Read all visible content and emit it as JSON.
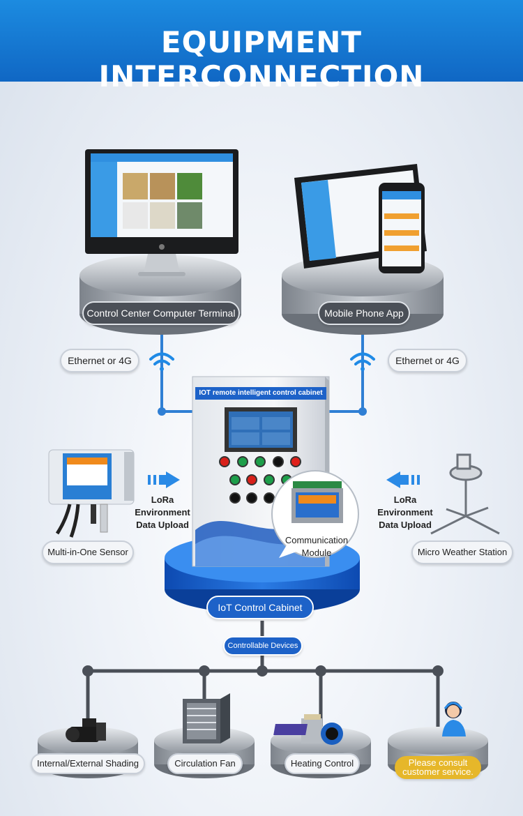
{
  "header": {
    "title": "EQUIPMENT INTERCONNECTION"
  },
  "top_nodes": {
    "computer": "Control Center Computer Terminal",
    "mobile": "Mobile Phone App"
  },
  "links": {
    "left": "Ethernet or 4G",
    "right": "Ethernet or 4G"
  },
  "cabinet": {
    "title": "IOT remote intelligent control cabinet",
    "label": "IoT Control Cabinet",
    "module_label_1": "Communication",
    "module_label_2": "Module"
  },
  "sensors": {
    "left_device": "Multi-in-One Sensor",
    "right_device": "Micro Weather Station",
    "upload_line1": "LoRa",
    "upload_line2": "Environment",
    "upload_line3": "Data Upload"
  },
  "bus": {
    "label": "Controllable Devices"
  },
  "devices": [
    {
      "label": "Internal/External Shading"
    },
    {
      "label": "Circulation Fan"
    },
    {
      "label": "Heating Control"
    },
    {
      "label_line1": "Please consult",
      "label_line2": "customer service."
    }
  ],
  "colors": {
    "header": "#1479d8",
    "accent": "#1d62c8",
    "gold": "#e6b72a"
  }
}
